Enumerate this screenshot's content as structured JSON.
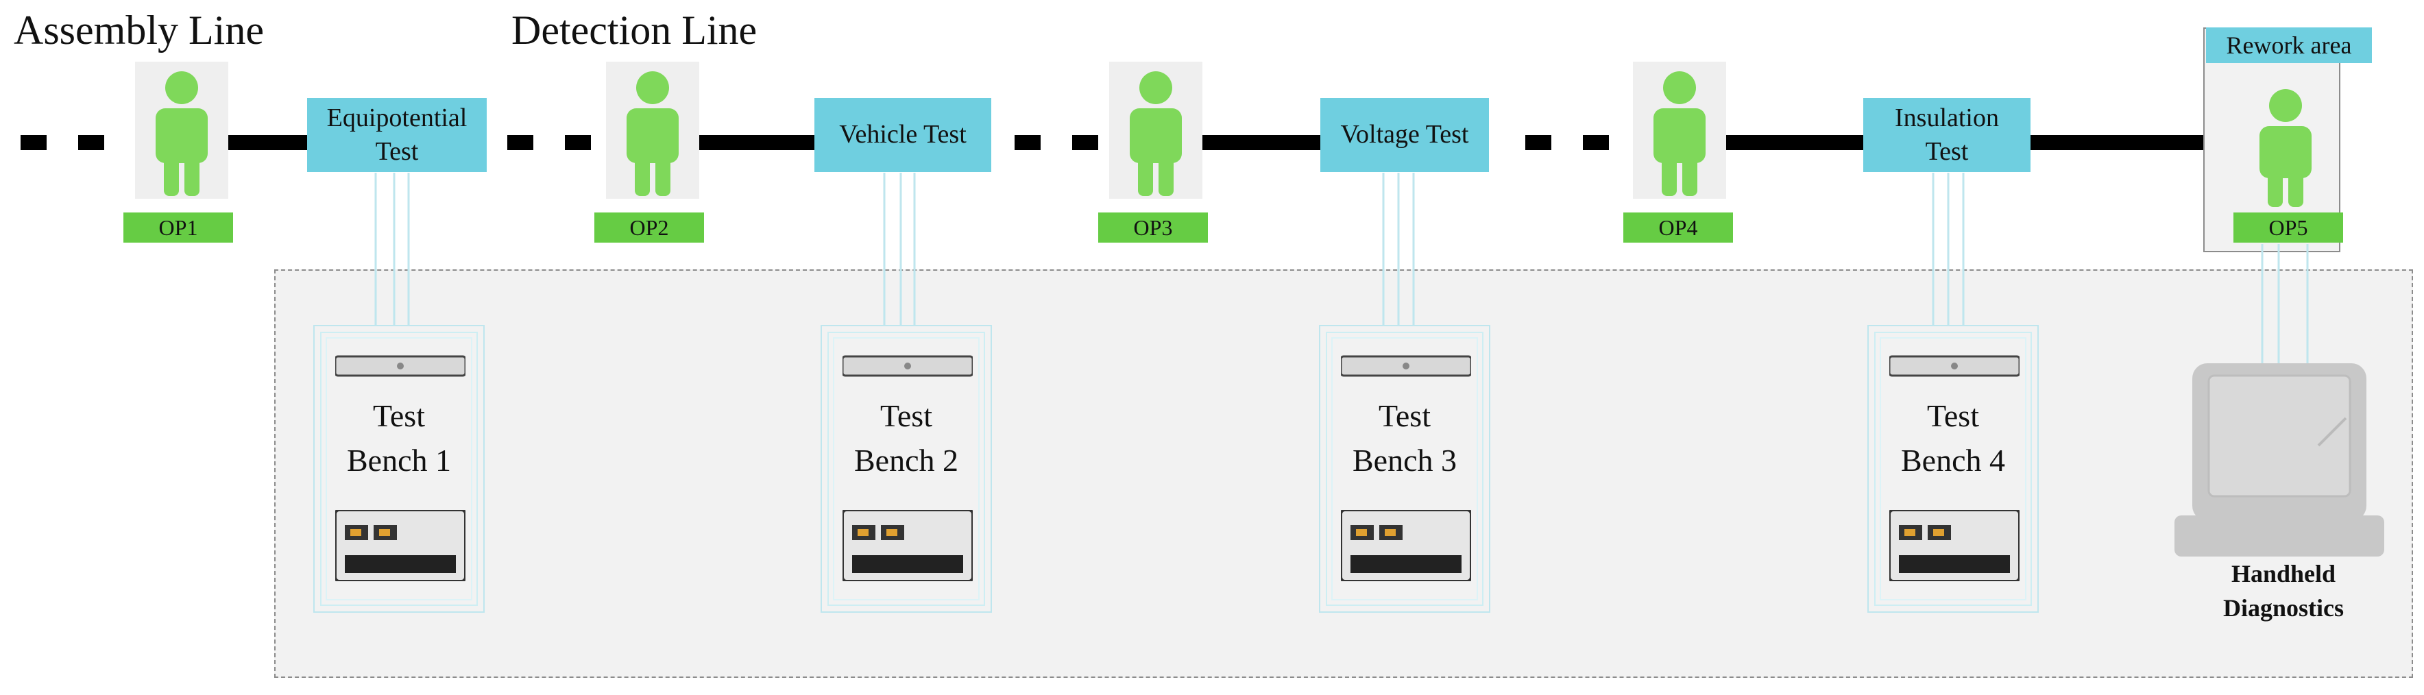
{
  "headings": {
    "assembly": "Assembly Line",
    "detection": "Detection Line"
  },
  "tests": [
    {
      "label": "Equipotential\nTest"
    },
    {
      "label": "Vehicle  Test"
    },
    {
      "label": "Voltage Test"
    },
    {
      "label": "Insulation\nTest"
    }
  ],
  "operators": [
    "OP1",
    "OP2",
    "OP3",
    "OP4",
    "OP5"
  ],
  "benches": [
    {
      "label": "Test\nBench 1"
    },
    {
      "label": "Test\nBench 2"
    },
    {
      "label": "Test\nBench 3"
    },
    {
      "label": "Test\nBench 4"
    }
  ],
  "rework": {
    "title": "Rework area"
  },
  "handheld": {
    "label": "Handheld\nDiagnostics"
  },
  "colors": {
    "test_box": "#6fcfe0",
    "operator": "#66cc44",
    "person": "#7fd85a",
    "line": "#000000",
    "connector": "#bfe6ee",
    "lab_area": "#f2f2f2"
  }
}
